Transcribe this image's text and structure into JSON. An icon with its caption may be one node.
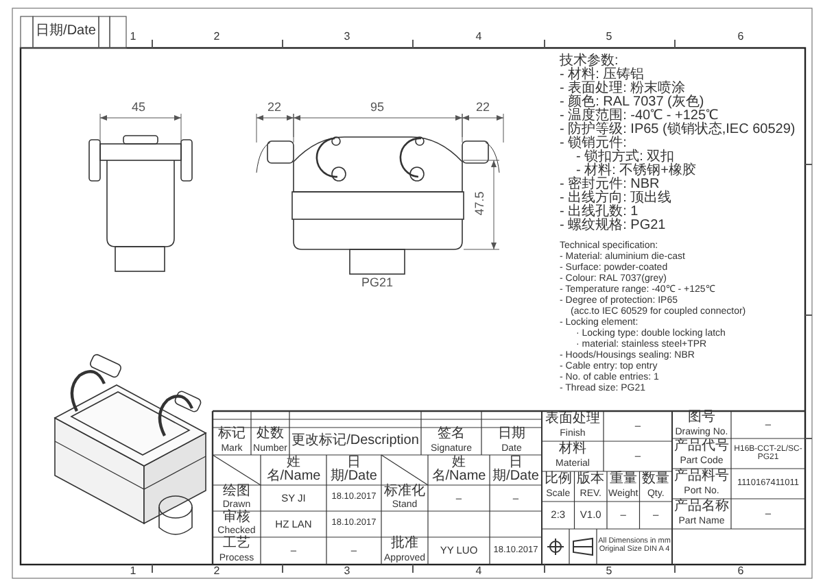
{
  "diagram": {
    "labels": [
      "1",
      "2",
      "3",
      "4",
      "5",
      "6",
      "日期/Date",
      "45",
      "22",
      "95",
      "22",
      "47.5",
      "PG21",
      "技术参数:",
      "- 材料: 压铸铝",
      "- 表面处理: 粉末喷涂",
      "- 颜色: RAL 7037 (灰色)",
      "- 温度范围: -40℃ - +125℃",
      "- 防护等级: IP65 (锁销状态,IEC 60529)",
      "- 锁销元件:",
      "- 锁扣方式: 双扣",
      "- 材料: 不锈钢+橡胶",
      "- 密封元件: NBR",
      "- 出线方向: 顶出线",
      "- 出线孔数: 1",
      "- 螺纹规格: PG21",
      "Technical specification:",
      "- Material: aluminium die-cast",
      "- Surface: powder-coated",
      "- Colour: RAL 7037(grey)",
      "- Temperature range: -40℃ - +125℃",
      "- Degree of protection: IP65",
      "(acc.to IEC 60529 for coupled connector)",
      "- Locking element:",
      "· Locking type: double locking latch",
      "· material: stainless steel+TPR",
      "- Hoods/Housings sealing: NBR",
      "- Cable entry: top entry",
      "- No. of cable entries: 1",
      "- Thread size: PG21",
      "标记",
      "Mark",
      "处数",
      "Number",
      "更改标记/Description",
      "签名",
      "Signature",
      "日期",
      "Date",
      "姓名/Name",
      "日期/Date",
      "姓名/Name",
      "日期/Date",
      "绘图",
      "Drawn",
      "SY JI",
      "18.10.2017",
      "标准化",
      "Stand",
      "–",
      "–",
      "审核",
      "Checked",
      "HZ LAN",
      "18.10.2017",
      "工艺",
      "Process",
      "–",
      "–",
      "批准",
      "Approved",
      "YY LUO",
      "18.10.2017",
      "表面处理",
      "Finish",
      "–",
      "材料",
      "Material",
      "–",
      "比例",
      "Scale",
      "版本",
      "REV.",
      "重量",
      "Weight",
      "数量",
      "Qty.",
      "2:3",
      "V1.0",
      "–",
      "–",
      "All Dimensions in mm Original Size DIN A 4",
      "图号",
      "Drawing No.",
      "–",
      "产品代号",
      "Part Code",
      "H16B-CCT-2L/SC-PG21",
      "产品料号",
      "Port No.",
      "1110167411011",
      "产品名称",
      "Part Name",
      "–",
      "1",
      "2",
      "3",
      "4",
      "5",
      "6"
    ]
  }
}
